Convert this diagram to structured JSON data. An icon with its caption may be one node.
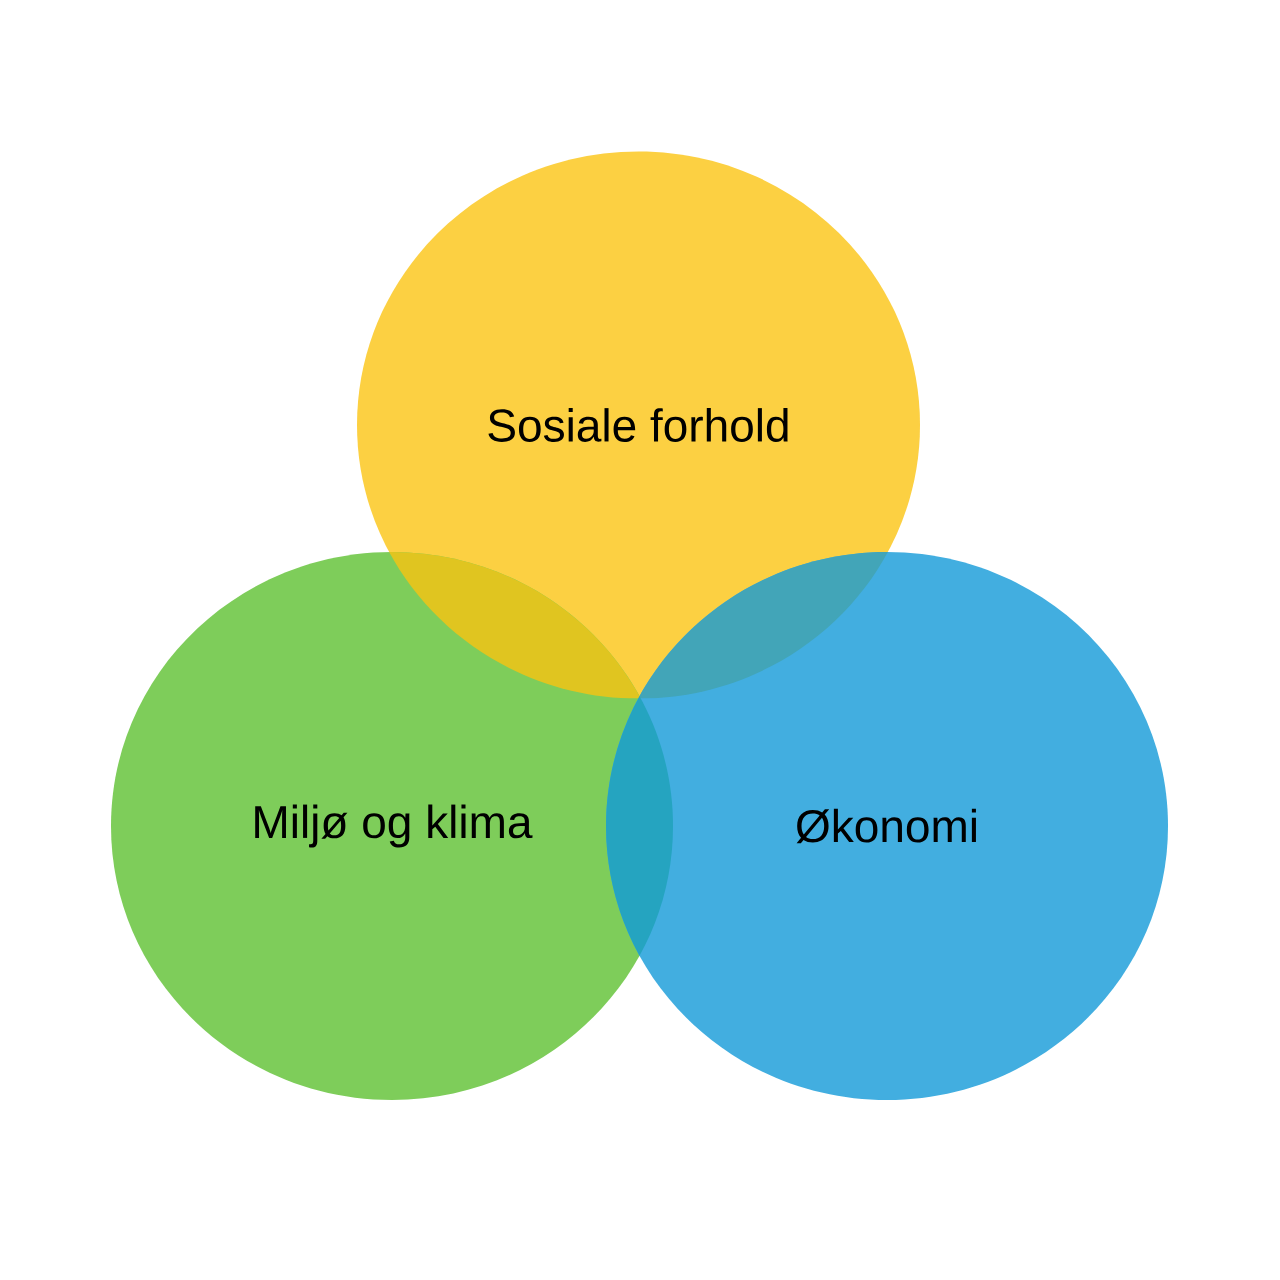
{
  "diagram": {
    "nodes": [
      {
        "text": [
          "Sosiale forhold"
        ]
      },
      {
        "text": [
          "Miljø og klima"
        ]
      },
      {
        "text": [
          "Økonomi"
        ]
      }
    ]
  }
}
